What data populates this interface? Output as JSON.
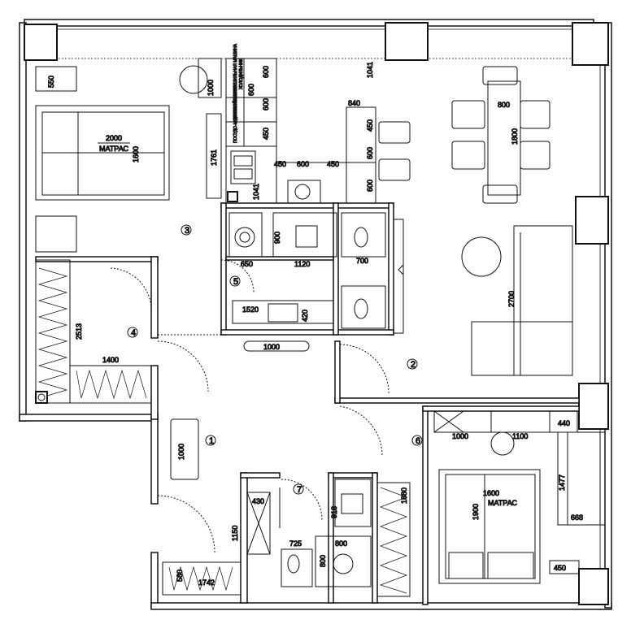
{
  "rooms": [
    {
      "number": "1"
    },
    {
      "number": "2"
    },
    {
      "number": "3"
    },
    {
      "number": "4"
    },
    {
      "number": "5"
    },
    {
      "number": "6"
    },
    {
      "number": "7"
    }
  ],
  "bed_master": {
    "width": "2000",
    "length": "1600",
    "label": "МАТРАС"
  },
  "bed_guest": {
    "width": "1600",
    "length": "1900",
    "label": "МАТРАС"
  },
  "kitchen_labels": [
    "СУШИЛЬНАЯ МАШИНА",
    "ХОЛОДИЛЬНИК",
    "ДУХОВОЙ ШКАФ",
    "ПОСУДО-МОЕЧНАЯ МАШИНА"
  ],
  "dims": {
    "d550": "550",
    "d1000a": "1000",
    "d1041a": "1041",
    "d840": "840",
    "d800a": "800",
    "d1800": "1800",
    "d600a": "600",
    "d600b": "600",
    "d600c": "600",
    "d450a": "450",
    "d450b": "450",
    "d450c": "450",
    "d600d": "600",
    "d600e": "600",
    "d600f": "600",
    "d1761": "1761",
    "d1041b": "1041",
    "d450d": "450",
    "d900": "900",
    "d650": "650",
    "d1120": "1120",
    "d700": "700",
    "d1520": "1520",
    "d420": "420",
    "d1000b": "1000",
    "d2700": "2700",
    "d2513": "2513",
    "d1400": "1400",
    "d1000c": "1000",
    "d1000d": "1000",
    "d1100": "1100",
    "d440": "440",
    "d1477": "1477",
    "d668": "668",
    "d430": "430",
    "d918": "918",
    "d1880": "1880",
    "d1150": "1150",
    "d725": "725",
    "d800b": "800",
    "d800c": "800",
    "d580": "580",
    "d1742": "1742",
    "d450e": "450"
  }
}
